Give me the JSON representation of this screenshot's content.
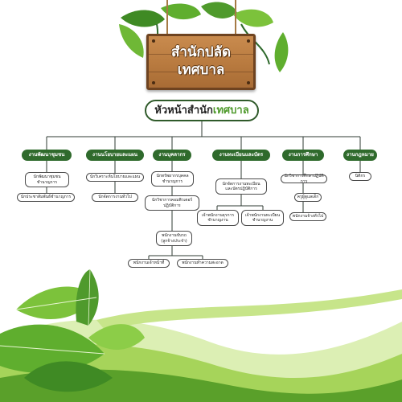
{
  "title": {
    "line1": "สำนักปลัด",
    "line2": "เทศบาล"
  },
  "head": {
    "main": "หัวหน้าสำนัก",
    "accent": "เทศบาล"
  },
  "departments": [
    {
      "label": "งานพัฒนาชุมชน",
      "boxes": [
        "นักพัฒนาชุมชน\nชำนาญการ",
        "นักประชาสัมพันธ์ชำนาญการ"
      ]
    },
    {
      "label": "งานนโยบายและแผน",
      "boxes": [
        "นักวิเคราะห์นโยบายและแผน",
        "นักจัดการงานทั่วไป"
      ]
    },
    {
      "label": "งานบุคลากร",
      "boxes": [
        "นักทรัพยากรบุคคล\nชำนาญการ",
        "นักวิชาการคอมพิวเตอร์\nปฏิบัติการ",
        "พนักงานขับรถ\n(ลูกจ้างประจำ)",
        "พนักงานเจ้าหน้าที่",
        "พนักงานทำความสะอาด"
      ]
    },
    {
      "label": "งานทะเบียนและบัตร",
      "boxes": [
        "นักจัดการงานทะเบียน\nและบัตรปฏิบัติการ",
        "เจ้าพนักงานธุรการ\nชำนาญงาน",
        "เจ้าพนักงานทะเบียน\nชำนาญงาน"
      ]
    },
    {
      "label": "งานการศึกษา",
      "boxes": [
        "นักวิชาการศึกษาปฏิบัติการ",
        "ครูผู้ดูแลเด็ก",
        "พนักงานจ้างทั่วไป"
      ]
    },
    {
      "label": "งานกฎหมาย",
      "boxes": [
        "นิติกร"
      ]
    }
  ],
  "colors": {
    "dept_fill": "#2f6a2c",
    "accent_green": "#4f9a2c",
    "wood": "#b87a3f"
  }
}
